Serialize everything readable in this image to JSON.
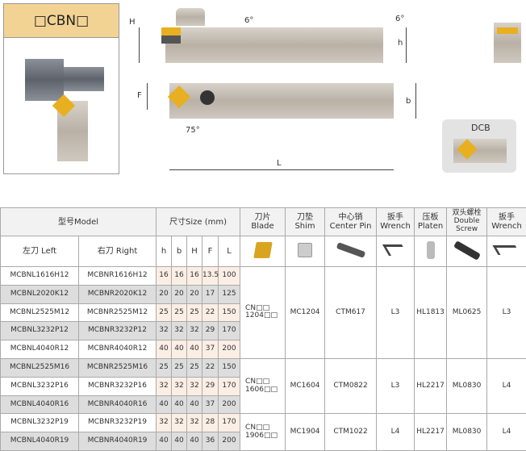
{
  "header": {
    "title": "□CBN□"
  },
  "diagram": {
    "angle_top": "6°",
    "angle_side": "6°",
    "label_H": "H",
    "label_h": "h",
    "label_F": "F",
    "label_b": "b",
    "angle_lead": "75°",
    "label_L": "L",
    "detail_label": "DCB"
  },
  "table": {
    "group_headers": {
      "model": "型号Model",
      "size": "尺寸Size (mm)",
      "blade": [
        "刀片",
        "Blade"
      ],
      "shim": [
        "刀垫",
        "Shim"
      ],
      "pin": [
        "中心销",
        "Center Pin"
      ],
      "wrench1": [
        "扳手",
        "Wrench"
      ],
      "platen": [
        "压板",
        "Platen"
      ],
      "screw": [
        "双头螺栓",
        "Double",
        "Screw"
      ],
      "wrench2": [
        "扳手",
        "Wrench"
      ]
    },
    "sub_headers": {
      "left": "左刀 Left",
      "right": "右刀 Right",
      "h": "h",
      "b": "b",
      "H": "H",
      "F": "F",
      "L": "L"
    },
    "rows": [
      [
        "MCBNL1616H12",
        "MCBNR1616H12",
        "16",
        "16",
        "16",
        "13.5",
        "100"
      ],
      [
        "MCBNL2020K12",
        "MCBNR2020K12",
        "20",
        "20",
        "20",
        "17",
        "125"
      ],
      [
        "MCBNL2525M12",
        "MCBNR2525M12",
        "25",
        "25",
        "25",
        "22",
        "150"
      ],
      [
        "MCBNL3232P12",
        "MCBNR3232P12",
        "32",
        "32",
        "32",
        "29",
        "170"
      ],
      [
        "MCBNL4040R12",
        "MCBNR4040R12",
        "40",
        "40",
        "40",
        "37",
        "200"
      ],
      [
        "MCBNL2525M16",
        "MCBNR2525M16",
        "25",
        "25",
        "25",
        "22",
        "150"
      ],
      [
        "MCBNL3232P16",
        "MCBNR3232P16",
        "32",
        "32",
        "32",
        "29",
        "170"
      ],
      [
        "MCBNL4040R16",
        "MCBNR4040R16",
        "40",
        "40",
        "40",
        "37",
        "200"
      ],
      [
        "MCBNL3232P19",
        "MCBNR3232P19",
        "32",
        "32",
        "32",
        "28",
        "170"
      ],
      [
        "MCBNL4040R19",
        "MCBNR4040R19",
        "40",
        "40",
        "40",
        "36",
        "200"
      ]
    ],
    "groups": [
      {
        "blade": [
          "CN□□",
          "1204□□"
        ],
        "shim": "MC1204",
        "pin": "CTM617",
        "wrench1": "L3",
        "platen": "HL1813",
        "screw": "ML0625",
        "wrench2": "L3"
      },
      {
        "blade": [
          "CN□□",
          "1606□□"
        ],
        "shim": "MC1604",
        "pin": "CTM0822",
        "wrench1": "L3",
        "platen": "HL2217",
        "screw": "ML0830",
        "wrench2": "L4"
      },
      {
        "blade": [
          "CN□□",
          "1906□□"
        ],
        "shim": "MC1904",
        "pin": "CTM1022",
        "wrench1": "L4",
        "platen": "HL2217",
        "screw": "ML0830",
        "wrench2": "L4"
      }
    ]
  }
}
